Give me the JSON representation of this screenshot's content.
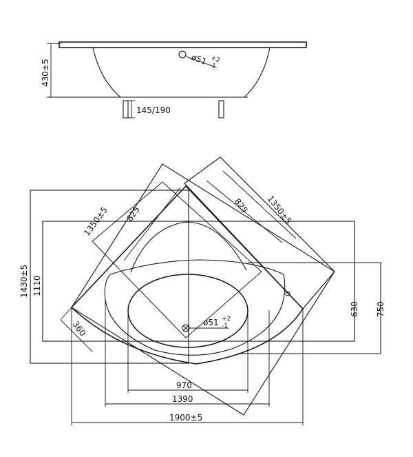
{
  "side_view": {
    "height_label": "430±5",
    "drain_label": "ø51",
    "drain_tol_plus": "+2",
    "drain_tol_minus": "-1",
    "leg_label": "145/190"
  },
  "plan_view": {
    "diag_left_outer": "1350±5",
    "diag_left_inner": "825",
    "diag_right_inner": "825",
    "diag_right_outer": "1350±5",
    "height_outer": "1430±5",
    "height_inner": "1110",
    "depth_inner": "630",
    "depth_outer": "750",
    "corner_offset": "360",
    "drain_label": "ø51",
    "drain_tol_plus": "+2",
    "drain_tol_minus": "-1",
    "width_basin": "970",
    "width_inner": "1390",
    "width_outer": "1900±5"
  }
}
